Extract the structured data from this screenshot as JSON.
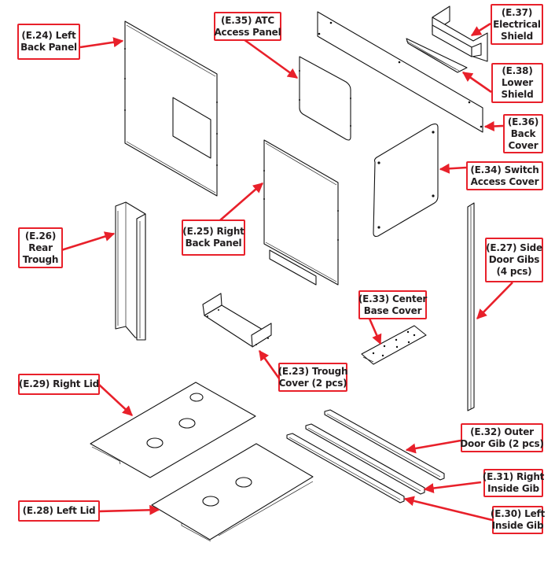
{
  "diagram": {
    "type": "exploded-parts-view",
    "accent_color": "#e8202a",
    "callouts": [
      {
        "id": "E.24",
        "lines": [
          "(E.24) Left",
          "Back Panel"
        ],
        "target": "left-back-panel"
      },
      {
        "id": "E.35",
        "lines": [
          "(E.35) ATC",
          "Access Panel"
        ],
        "target": "atc-access-panel"
      },
      {
        "id": "E.37",
        "lines": [
          "(E.37)",
          "Electrical",
          "Shield"
        ],
        "target": "electrical-shield"
      },
      {
        "id": "E.38",
        "lines": [
          "(E.38)",
          "Lower",
          "Shield"
        ],
        "target": "lower-shield"
      },
      {
        "id": "E.36",
        "lines": [
          "(E.36)",
          "Back",
          "Cover"
        ],
        "target": "back-cover"
      },
      {
        "id": "E.34",
        "lines": [
          "(E.34) Switch",
          "Access Cover"
        ],
        "target": "switch-access-cover"
      },
      {
        "id": "E.26",
        "lines": [
          "(E.26)",
          "Rear",
          "Trough"
        ],
        "target": "rear-trough"
      },
      {
        "id": "E.25",
        "lines": [
          "(E.25) Right",
          "Back Panel"
        ],
        "target": "right-back-panel"
      },
      {
        "id": "E.27",
        "lines": [
          "(E.27) Side",
          "Door Gibs",
          "(4 pcs)"
        ],
        "target": "side-door-gib"
      },
      {
        "id": "E.33",
        "lines": [
          "(E.33) Center",
          "Base Cover"
        ],
        "target": "center-base-cover"
      },
      {
        "id": "E.23",
        "lines": [
          "(E.23) Trough",
          "Cover (2 pcs)"
        ],
        "target": "trough-cover"
      },
      {
        "id": "E.29",
        "lines": [
          "(E.29) Right Lid"
        ],
        "target": "right-lid"
      },
      {
        "id": "E.32",
        "lines": [
          "(E.32) Outer",
          "Door Gib (2 pcs)"
        ],
        "target": "outer-door-gib"
      },
      {
        "id": "E.31",
        "lines": [
          "(E.31) Right",
          "Inside Gib"
        ],
        "target": "right-inside-gib"
      },
      {
        "id": "E.28",
        "lines": [
          "(E.28) Left Lid"
        ],
        "target": "left-lid"
      },
      {
        "id": "E.30",
        "lines": [
          "(E.30) Left",
          "Inside Gib"
        ],
        "target": "left-inside-gib"
      }
    ]
  }
}
